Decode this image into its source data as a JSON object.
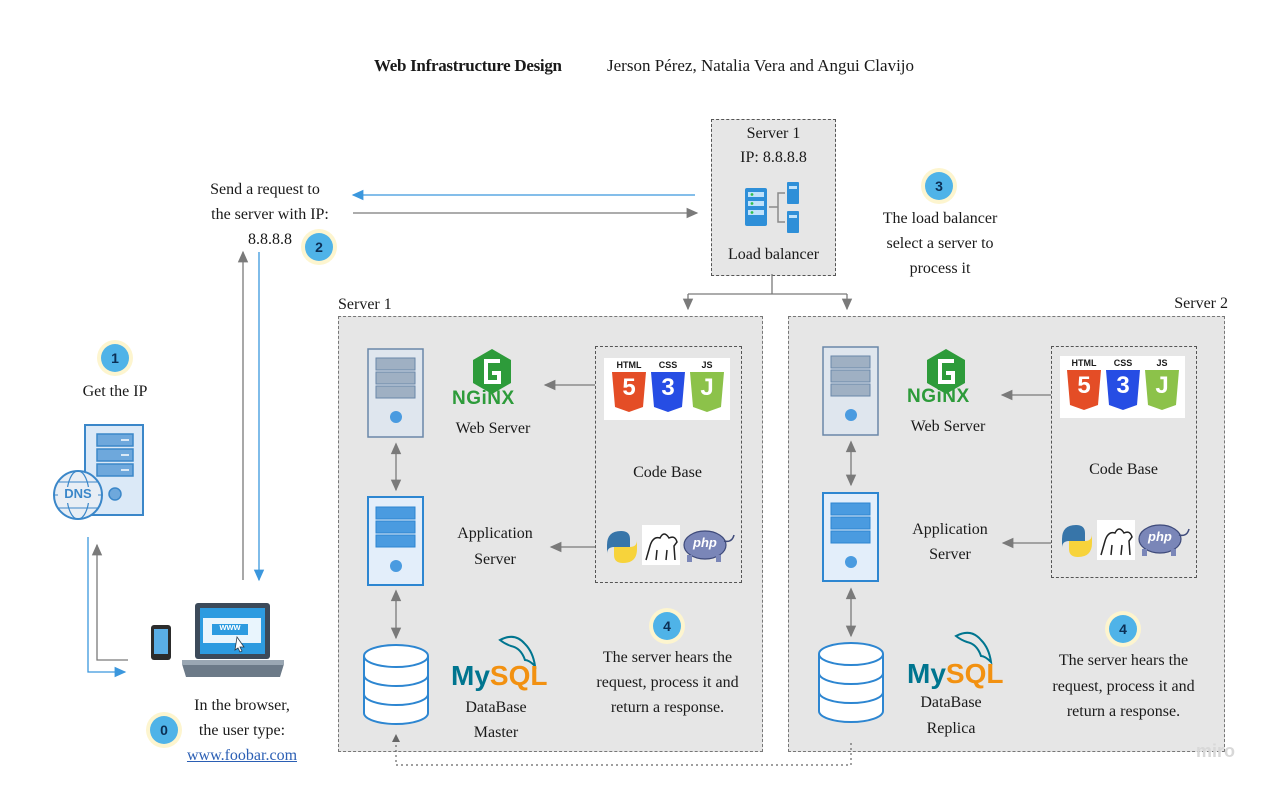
{
  "header": {
    "title": "Web Infrastructure Design",
    "authors": "Jerson Pérez,  Natalia Vera and Angui Clavijo"
  },
  "load_balancer": {
    "line1": "Server 1",
    "line2": "IP: 8.8.8.8",
    "label": "Load balancer"
  },
  "steps": {
    "s0": {
      "badge": "0",
      "line1": "In the browser,",
      "line2": "the user type:",
      "link": "www.foobar.com"
    },
    "s1": {
      "badge": "1",
      "text": "Get the IP"
    },
    "s2": {
      "badge": "2",
      "line1": "Send a request to",
      "line2": "the server with IP:",
      "line3": "8.8.8.8"
    },
    "s3": {
      "badge": "3",
      "line1": "The load balancer",
      "line2": "select a server to",
      "line3": "process it"
    },
    "s4a": {
      "badge": "4",
      "line1": "The server hears the",
      "line2": "request, process it and",
      "line3": "return a response."
    },
    "s4b": {
      "badge": "4",
      "line1": "The server hears the",
      "line2": "request, process it and",
      "line3": "return a response."
    }
  },
  "server1": {
    "title": "Server 1",
    "web_server": "Web Server",
    "app_server_line1": "Application",
    "app_server_line2": "Server",
    "code_base": "Code Base",
    "db_line1": "DataBase",
    "db_line2": "Master"
  },
  "server2": {
    "title": "Server 2",
    "web_server": "Web Server",
    "app_server_line1": "Application",
    "app_server_line2": "Server",
    "code_base": "Code Base",
    "db_line1": "DataBase",
    "db_line2": "Replica"
  },
  "logos": {
    "nginx": "NGiNX",
    "mysql_my": "My",
    "mysql_sql": "SQL",
    "html": "HTML",
    "css": "CSS",
    "js": "JS",
    "html_num": "5",
    "css_num": "3",
    "js_num": "J",
    "php": "php",
    "dns": "DNS",
    "www": "www"
  },
  "watermark": "miro",
  "colors": {
    "blue_arrow": "#3b97dd",
    "gray_arrow": "#7a7a7a",
    "server_fill": "#e6e6e6",
    "badge": "#4fb3e8",
    "nginx_green": "#2d9b3a",
    "mysql_blue": "#00758f",
    "mysql_orange": "#f29111"
  }
}
